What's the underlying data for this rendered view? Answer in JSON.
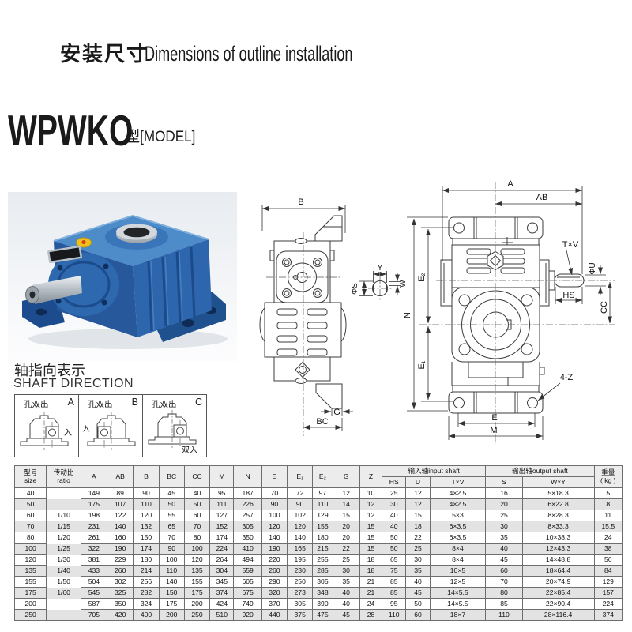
{
  "page": {
    "title_zh": "安装尺寸",
    "title_en": "Dimensions of outline installation",
    "model_name": "WPWKO",
    "model_suffix": "型[MODEL]"
  },
  "shaft_direction": {
    "title_zh": "轴指向表示",
    "title_en": "SHAFT DIRECTION",
    "panels": [
      {
        "letter": "A",
        "top_label": "孔双出",
        "side_label": "入"
      },
      {
        "letter": "B",
        "top_label": "孔双出",
        "side_label": "入"
      },
      {
        "letter": "C",
        "top_label": "孔双出",
        "side_label": "双入"
      }
    ]
  },
  "drawing_labels": {
    "b": "B",
    "g": "G",
    "bc": "BC",
    "y": "Y",
    "w": "W",
    "phi_s": "ΦS",
    "a": "A",
    "ab": "AB",
    "n": "N",
    "e1": "E₁",
    "e2": "E₂",
    "t_v": "T×V",
    "phi_u": "ΦU",
    "hs": "HS",
    "cc": "CC",
    "four_z": "4-Z",
    "e": "E",
    "m": "M"
  },
  "table": {
    "header": {
      "size_l1": "型号",
      "size_l2": "size",
      "ratio_l1": "传动比",
      "ratio_l2": "ratio",
      "dims": [
        "A",
        "AB",
        "B",
        "BC",
        "CC",
        "M",
        "N",
        "E",
        "E₁",
        "E₂",
        "G",
        "Z"
      ],
      "input_group": "输入轴input shaft",
      "output_group": "输出轴output shaft",
      "input_cols": [
        "HS",
        "U",
        "T×V"
      ],
      "output_cols": [
        "S",
        "W×Y"
      ],
      "weight_l1": "重量",
      "weight_l2": "( kg )"
    },
    "rows": [
      [
        "40",
        "",
        "149",
        "89",
        "90",
        "45",
        "40",
        "95",
        "187",
        "70",
        "72",
        "97",
        "12",
        "10",
        "25",
        "12",
        "4×2.5",
        "16",
        "5×18.3",
        "5"
      ],
      [
        "50",
        "",
        "175",
        "107",
        "110",
        "50",
        "50",
        "111",
        "226",
        "90",
        "90",
        "110",
        "14",
        "12",
        "30",
        "12",
        "4×2.5",
        "20",
        "6×22.8",
        "8"
      ],
      [
        "60",
        "1/10",
        "198",
        "122",
        "120",
        "55",
        "60",
        "127",
        "257",
        "100",
        "102",
        "129",
        "15",
        "12",
        "40",
        "15",
        "5×3",
        "25",
        "8×28.3",
        "11"
      ],
      [
        "70",
        "1/15",
        "231",
        "140",
        "132",
        "65",
        "70",
        "152",
        "305",
        "120",
        "120",
        "155",
        "20",
        "15",
        "40",
        "18",
        "6×3.5",
        "30",
        "8×33.3",
        "15.5"
      ],
      [
        "80",
        "1/20",
        "261",
        "160",
        "150",
        "70",
        "80",
        "174",
        "350",
        "140",
        "140",
        "180",
        "20",
        "15",
        "50",
        "22",
        "6×3.5",
        "35",
        "10×38.3",
        "24"
      ],
      [
        "100",
        "1/25",
        "322",
        "190",
        "174",
        "90",
        "100",
        "224",
        "410",
        "190",
        "165",
        "215",
        "22",
        "15",
        "50",
        "25",
        "8×4",
        "40",
        "12×43.3",
        "38"
      ],
      [
        "120",
        "1/30",
        "381",
        "229",
        "180",
        "100",
        "120",
        "264",
        "494",
        "220",
        "195",
        "255",
        "25",
        "18",
        "65",
        "30",
        "8×4",
        "45",
        "14×48.8",
        "56"
      ],
      [
        "135",
        "1/40",
        "433",
        "260",
        "214",
        "110",
        "135",
        "304",
        "559",
        "260",
        "230",
        "285",
        "30",
        "18",
        "75",
        "35",
        "10×5",
        "60",
        "18×64.4",
        "84"
      ],
      [
        "155",
        "1/50",
        "504",
        "302",
        "256",
        "140",
        "155",
        "345",
        "605",
        "290",
        "250",
        "305",
        "35",
        "21",
        "85",
        "40",
        "12×5",
        "70",
        "20×74.9",
        "129"
      ],
      [
        "175",
        "1/60",
        "545",
        "325",
        "282",
        "150",
        "175",
        "374",
        "675",
        "320",
        "273",
        "348",
        "40",
        "21",
        "85",
        "45",
        "14×5.5",
        "80",
        "22×85.4",
        "157"
      ],
      [
        "200",
        "",
        "587",
        "350",
        "324",
        "175",
        "200",
        "424",
        "749",
        "370",
        "305",
        "390",
        "40",
        "24",
        "95",
        "50",
        "14×5.5",
        "85",
        "22×90.4",
        "224"
      ],
      [
        "250",
        "",
        "705",
        "420",
        "400",
        "200",
        "250",
        "510",
        "920",
        "440",
        "375",
        "475",
        "45",
        "28",
        "110",
        "60",
        "18×7",
        "110",
        "28×116.4",
        "374"
      ]
    ]
  },
  "colors": {
    "product_blue": "#2d66ac",
    "product_blue_dark": "#1d4c8e",
    "accent_yellow": "#f0c11d",
    "accent_red": "#d84315",
    "line": "#3b3b3b",
    "row_stripe": "#e3e3e3"
  }
}
